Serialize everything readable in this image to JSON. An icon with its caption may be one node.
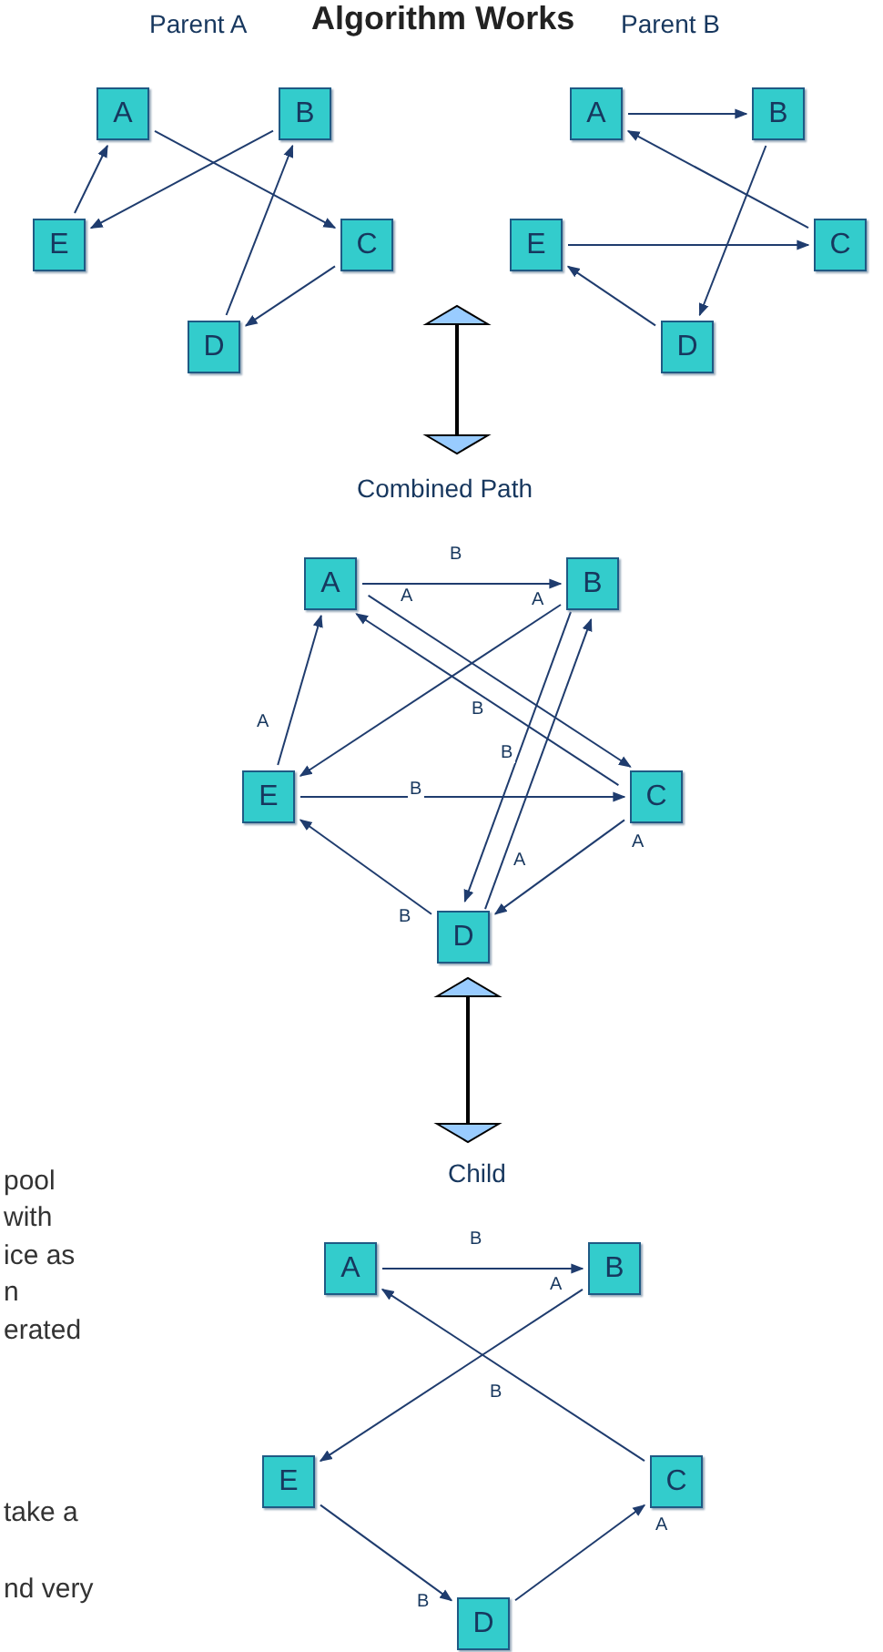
{
  "diagram": {
    "title": "Algorithm Works",
    "nodes": [
      {
        "text": [
          "A"
        ]
      },
      {
        "text": [
          "B"
        ]
      },
      {
        "text": [
          "E"
        ]
      },
      {
        "text": [
          "C"
        ]
      },
      {
        "text": [
          "D"
        ]
      },
      {
        "text": [
          "A"
        ]
      },
      {
        "text": [
          "B"
        ]
      },
      {
        "text": [
          "E"
        ]
      },
      {
        "text": [
          "C"
        ]
      },
      {
        "text": [
          "D"
        ]
      },
      {
        "text": [
          "A"
        ]
      },
      {
        "text": [
          "B"
        ]
      },
      {
        "text": [
          "E"
        ]
      },
      {
        "text": [
          "C"
        ]
      },
      {
        "text": [
          "D"
        ]
      },
      {
        "text": [
          "A"
        ]
      },
      {
        "text": [
          "B"
        ]
      },
      {
        "text": [
          "E"
        ]
      },
      {
        "text": [
          "C"
        ]
      },
      {
        "text": [
          "D"
        ]
      }
    ],
    "edges": [
      {
        "from": 2,
        "to": 0,
        "arrow": "to"
      },
      {
        "from": 1,
        "to": 2,
        "arrow": "to"
      },
      {
        "from": 0,
        "to": 3,
        "arrow": "to"
      },
      {
        "from": 4,
        "to": 1,
        "arrow": "to"
      },
      {
        "from": 3,
        "to": 4,
        "arrow": "to"
      },
      {
        "from": 5,
        "to": 6,
        "arrow": "to"
      },
      {
        "from": 8,
        "to": 5,
        "arrow": "to"
      },
      {
        "from": 6,
        "to": 9,
        "arrow": "to"
      },
      {
        "from": 7,
        "to": 8,
        "arrow": "to"
      },
      {
        "from": 9,
        "to": 7,
        "arrow": "to"
      },
      {
        "from": 10,
        "to": 11,
        "arrow": "to",
        "label": "B"
      },
      {
        "from": 10,
        "to": 13,
        "arrow": "to",
        "label": "A"
      },
      {
        "from": 11,
        "to": 12,
        "arrow": "to",
        "label": "A"
      },
      {
        "from": 13,
        "to": 10,
        "arrow": "to",
        "label": "B"
      },
      {
        "from": 11,
        "to": 14,
        "arrow": "to",
        "label": "B"
      },
      {
        "from": 14,
        "to": 11,
        "arrow": "to",
        "label": "A"
      },
      {
        "from": 12,
        "to": 10,
        "arrow": "to",
        "label": "A"
      },
      {
        "from": 12,
        "to": 13,
        "arrow": "to",
        "label": "B"
      },
      {
        "from": 13,
        "to": 14,
        "arrow": "to",
        "label": "A"
      },
      {
        "from": 14,
        "to": 12,
        "arrow": "to",
        "label": "B"
      },
      {
        "from": 15,
        "to": 16,
        "arrow": "to",
        "label": "B"
      },
      {
        "from": 16,
        "to": 17,
        "arrow": "to",
        "label": "A"
      },
      {
        "from": 18,
        "to": 15,
        "arrow": "to",
        "label": "B"
      },
      {
        "from": 17,
        "to": 19,
        "arrow": "to",
        "label": "B"
      },
      {
        "from": 19,
        "to": 18,
        "arrow": "to",
        "label": "A"
      }
    ],
    "labels": [
      "Parent A",
      "Parent B",
      "Combined Path",
      "Child",
      "pool",
      "with",
      "ice as",
      "n",
      "erated",
      "take a",
      "nd very"
    ]
  }
}
